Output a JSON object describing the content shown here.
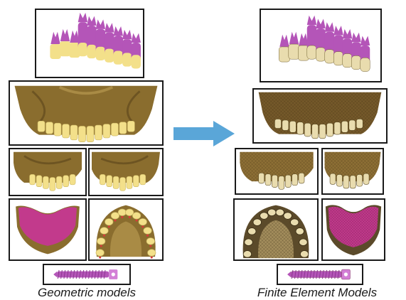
{
  "left": {
    "caption": "Geometric models",
    "panels": [
      "teeth-set",
      "maxilla-front",
      "maxilla-right-side",
      "maxilla-left-side",
      "palate-plate",
      "occlusal-arch",
      "implant-screw"
    ]
  },
  "right": {
    "caption": "Finite Element Models",
    "panels": [
      "teeth-set-mesh",
      "maxilla-front-mesh",
      "maxilla-right-side-mesh",
      "maxilla-left-side-mesh",
      "occlusal-arch-mesh",
      "palate-plate-mesh",
      "implant-screw-mesh"
    ]
  },
  "arrow": {
    "direction": "right",
    "icon": "arrow-right-icon"
  },
  "colors": {
    "tooth": "#f3e08a",
    "tooth_mesh": "#e9dcae",
    "root": "#b455b8",
    "bone": "#8a6d2e",
    "bone_light": "#a98b45",
    "plate": "#c23a8c",
    "arrow": "#5aa6d8",
    "border": "#1a1a1a"
  }
}
